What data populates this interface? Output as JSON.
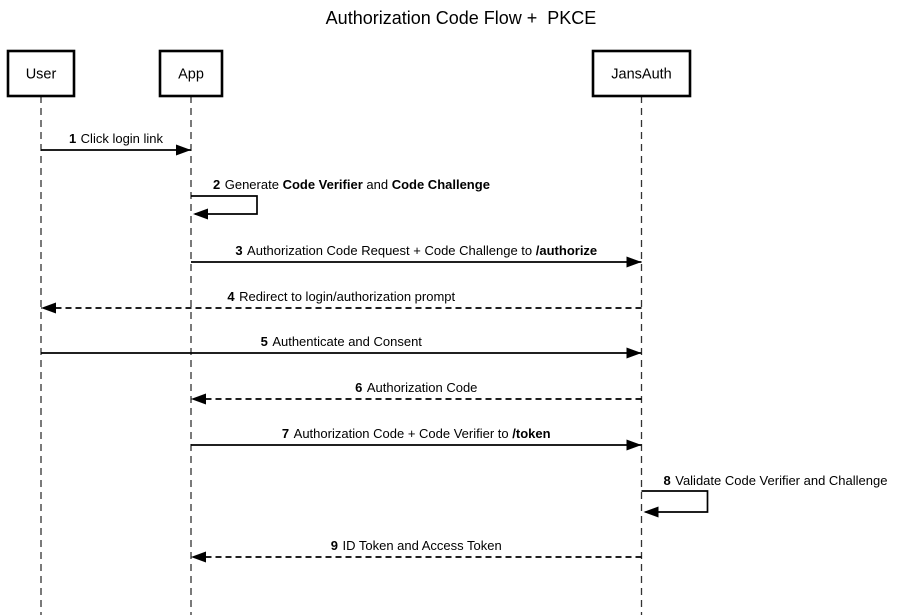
{
  "title": "Authorization Code Flow +  PKCE",
  "actors": [
    {
      "id": "user",
      "label": "User"
    },
    {
      "id": "app",
      "label": "App"
    },
    {
      "id": "jansauth",
      "label": "JansAuth"
    }
  ],
  "messages": [
    {
      "num": "1",
      "from": "user",
      "to": "app",
      "line": "solid",
      "kind": "normal",
      "segments": [
        {
          "text": "Click login link",
          "bold": false
        }
      ]
    },
    {
      "num": "2",
      "from": "app",
      "to": "app",
      "line": "solid",
      "kind": "self",
      "segments": [
        {
          "text": "Generate ",
          "bold": false
        },
        {
          "text": "Code Verifier",
          "bold": true
        },
        {
          "text": " and ",
          "bold": false
        },
        {
          "text": "Code Challenge",
          "bold": true
        }
      ]
    },
    {
      "num": "3",
      "from": "app",
      "to": "jansauth",
      "line": "solid",
      "kind": "normal",
      "segments": [
        {
          "text": "Authorization Code Request + Code Challenge to ",
          "bold": false
        },
        {
          "text": "/authorize",
          "bold": true
        }
      ]
    },
    {
      "num": "4",
      "from": "jansauth",
      "to": "user",
      "line": "dashed",
      "kind": "normal",
      "segments": [
        {
          "text": "Redirect to login/authorization prompt",
          "bold": false
        }
      ]
    },
    {
      "num": "5",
      "from": "user",
      "to": "jansauth",
      "line": "solid",
      "kind": "normal",
      "segments": [
        {
          "text": "Authenticate and Consent",
          "bold": false
        }
      ]
    },
    {
      "num": "6",
      "from": "jansauth",
      "to": "app",
      "line": "dashed",
      "kind": "normal",
      "segments": [
        {
          "text": "Authorization Code",
          "bold": false
        }
      ]
    },
    {
      "num": "7",
      "from": "app",
      "to": "jansauth",
      "line": "solid",
      "kind": "normal",
      "segments": [
        {
          "text": "Authorization Code + Code Verifier to ",
          "bold": false
        },
        {
          "text": "/token",
          "bold": true
        }
      ]
    },
    {
      "num": "8",
      "from": "jansauth",
      "to": "jansauth",
      "line": "solid",
      "kind": "self",
      "segments": [
        {
          "text": "Validate Code Verifier and Challenge",
          "bold": false
        }
      ]
    },
    {
      "num": "9",
      "from": "jansauth",
      "to": "app",
      "line": "dashed",
      "kind": "normal",
      "segments": [
        {
          "text": "ID Token and Access Token",
          "bold": false
        }
      ]
    }
  ],
  "colors": {
    "background": "#ffffff",
    "actor_fill": "#ffffff",
    "actor_border": "#000000",
    "lifeline": "#333333",
    "message_line": "#000000",
    "text": "#000000"
  }
}
